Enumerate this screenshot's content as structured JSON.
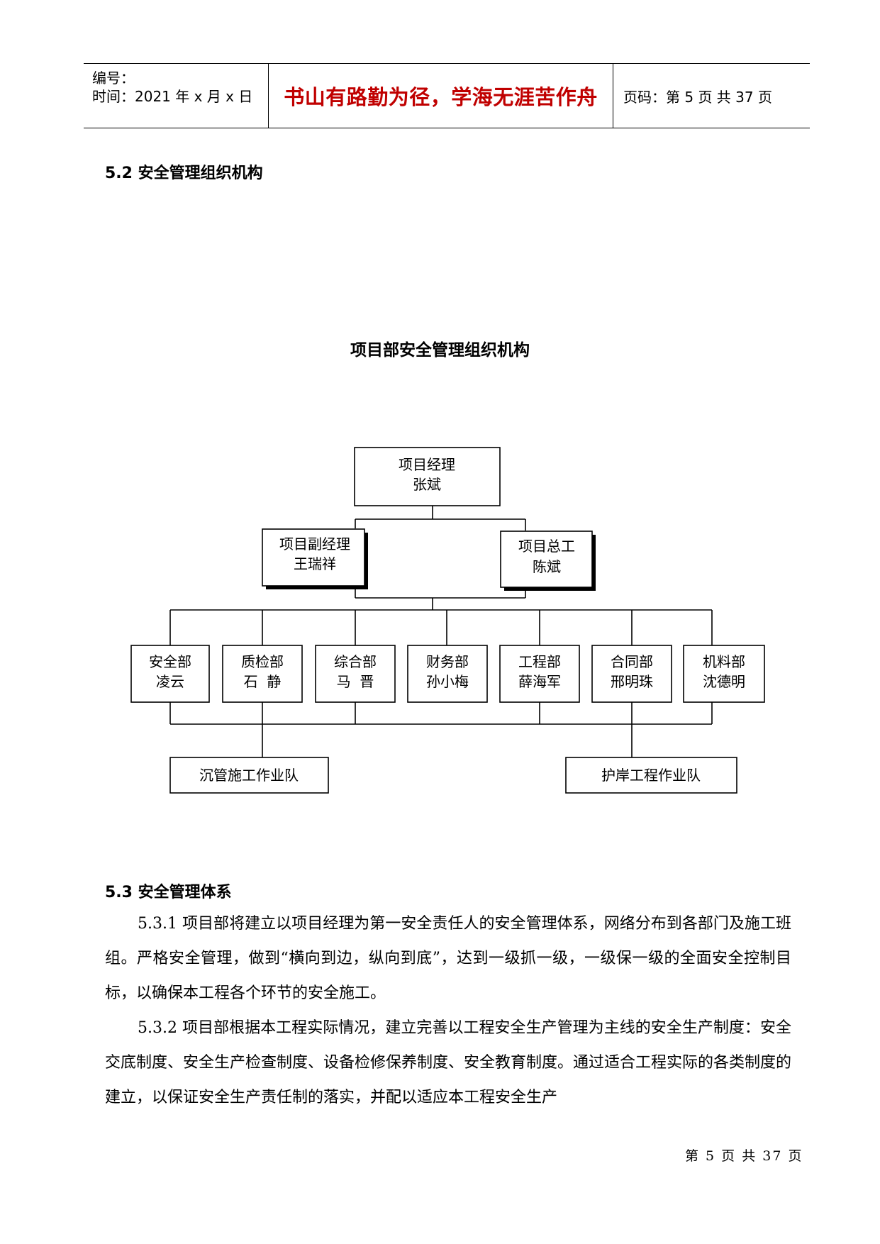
{
  "header": {
    "number_label": "编号：",
    "date_label": "时间：2021 年 x 月 x 日",
    "motto": "书山有路勤为径，学海无涯苦作舟",
    "page_label": "页码：第 5 页  共 37 页"
  },
  "sections": {
    "s52": "5.2 安全管理组织机构",
    "s53": "5.3 安全管理体系"
  },
  "org_chart": {
    "title": "项目部安全管理组织机构",
    "manager": {
      "role": "项目经理",
      "name": "张斌"
    },
    "deputy_manager": {
      "role": "项目副经理",
      "name": "王瑞祥"
    },
    "chief_engineer": {
      "role": "项目总工",
      "name": "陈斌"
    },
    "departments": [
      {
        "role": "安全部",
        "name": "凌云"
      },
      {
        "role": "质检部",
        "name": "石  静"
      },
      {
        "role": "综合部",
        "name": "马  晋"
      },
      {
        "role": "财务部",
        "name": "孙小梅"
      },
      {
        "role": "工程部",
        "name": "薛海军"
      },
      {
        "role": "合同部",
        "name": "邢明珠"
      },
      {
        "role": "机料部",
        "name": "沈德明"
      }
    ],
    "teams": [
      "沉管施工作业队",
      "护岸工程作业队"
    ]
  },
  "paragraphs": {
    "p531": "5.3.1 项目部将建立以项目经理为第一安全责任人的安全管理体系，网络分布到各部门及施工班组。严格安全管理，做到“横向到边，纵向到底”，达到一级抓一级，一级保一级的全面安全控制目标，以确保本工程各个环节的安全施工。",
    "p532": "5.3.2  项目部根据本工程实际情况，建立完善以工程安全生产管理为主线的安全生产制度：安全交底制度、安全生产检查制度、设备检修保养制度、安全教育制度。通过适合工程实际的各类制度的建立，以保证安全生产责任制的落实，并配以适应本工程安全生产"
  },
  "footer": {
    "page": "第 5 页 共 37 页"
  }
}
